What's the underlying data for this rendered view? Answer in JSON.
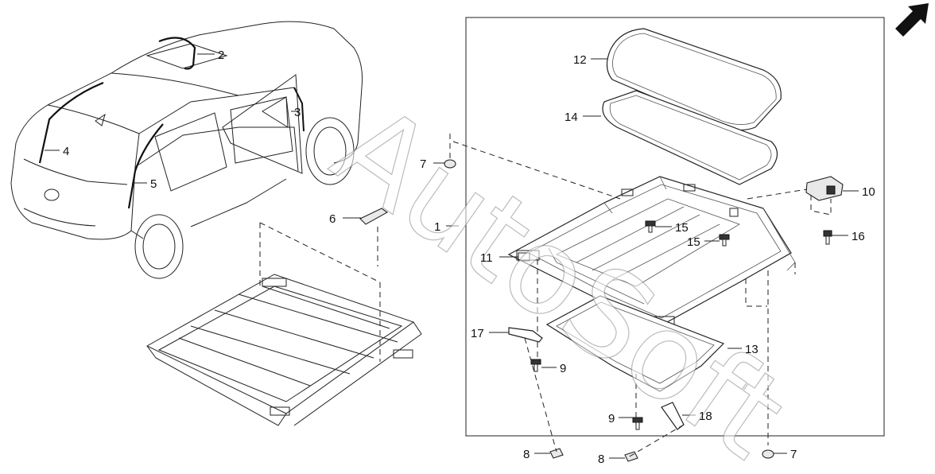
{
  "callouts": [
    {
      "id": "c1",
      "text": "1"
    },
    {
      "id": "c2",
      "text": "2"
    },
    {
      "id": "c3",
      "text": "3"
    },
    {
      "id": "c4",
      "text": "4"
    },
    {
      "id": "c5",
      "text": "5"
    },
    {
      "id": "c6",
      "text": "6"
    },
    {
      "id": "c7a",
      "text": "7"
    },
    {
      "id": "c7b",
      "text": "7"
    },
    {
      "id": "c8a",
      "text": "8"
    },
    {
      "id": "c8b",
      "text": "8"
    },
    {
      "id": "c9a",
      "text": "9"
    },
    {
      "id": "c9b",
      "text": "9"
    },
    {
      "id": "c10",
      "text": "10"
    },
    {
      "id": "c11",
      "text": "11"
    },
    {
      "id": "c12",
      "text": "12"
    },
    {
      "id": "c13",
      "text": "13"
    },
    {
      "id": "c14",
      "text": "14"
    },
    {
      "id": "c15a",
      "text": "15"
    },
    {
      "id": "c15b",
      "text": "15"
    },
    {
      "id": "c16",
      "text": "16"
    },
    {
      "id": "c17",
      "text": "17"
    },
    {
      "id": "c18",
      "text": "18"
    }
  ],
  "watermark": "AutoSoft",
  "icons": {
    "front_direction": "front-arrow-icon"
  },
  "colors": {
    "line": "#222222",
    "background": "#ffffff"
  }
}
